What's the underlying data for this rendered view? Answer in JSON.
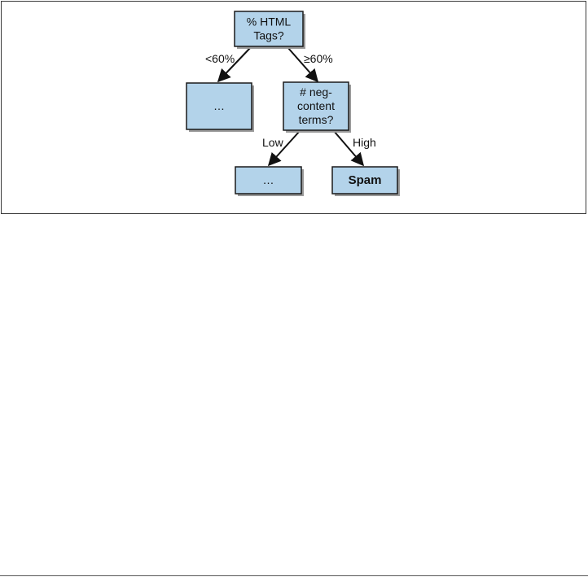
{
  "diagram": {
    "colors": {
      "node_fill": "#b3d3ea",
      "node_stroke": "#1a1a1a",
      "node_shadow": "#9a9a9a",
      "edge": "#111111"
    },
    "nodes": [
      {
        "id": "root",
        "lines": [
          "% HTML",
          "Tags?"
        ],
        "bold": false
      },
      {
        "id": "left",
        "lines": [
          "…"
        ],
        "bold": false
      },
      {
        "id": "right",
        "lines": [
          "# neg-",
          "content",
          "terms?"
        ],
        "bold": false
      },
      {
        "id": "right-left",
        "lines": [
          "…"
        ],
        "bold": false
      },
      {
        "id": "spam",
        "lines": [
          "Spam"
        ],
        "bold": true
      }
    ],
    "edges": [
      {
        "from": "root",
        "to": "left",
        "label": "<60%"
      },
      {
        "from": "root",
        "to": "right",
        "label": "≥60%"
      },
      {
        "from": "right",
        "to": "right-left",
        "label": "Low"
      },
      {
        "from": "right",
        "to": "spam",
        "label": "High"
      }
    ]
  }
}
